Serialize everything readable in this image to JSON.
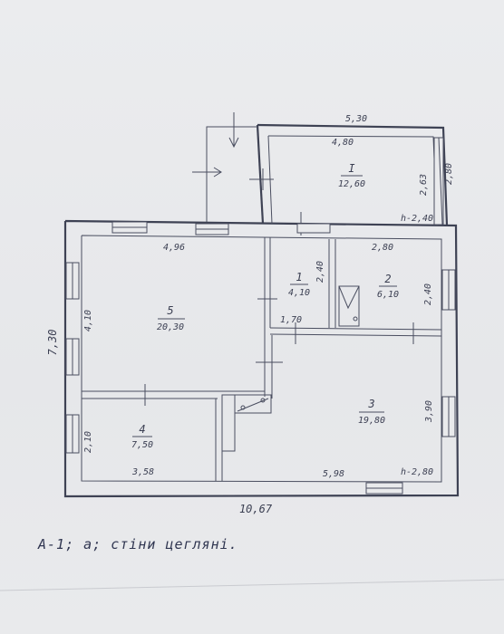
{
  "rooms": [
    {
      "id": "I",
      "area": "12,60"
    },
    {
      "id": "1",
      "area": "4,10"
    },
    {
      "id": "2",
      "area": "6,10"
    },
    {
      "id": "3",
      "area": "19,80"
    },
    {
      "id": "4",
      "area": "7,50"
    },
    {
      "id": "5",
      "area": "20,30"
    }
  ],
  "dimensions": {
    "top_annex": "5,30",
    "annex_inner": "4,80",
    "annex_right_outer": "2,80",
    "annex_right_inner": "2,63",
    "annex_height": "h-2,40",
    "room5_width": "4,96",
    "room2_width": "2,80",
    "room1_height": "2,40",
    "room2_height": "2,40",
    "room1_width": "1,70",
    "room5_height": "4,10",
    "total_height": "7,30",
    "room3_height": "3,90",
    "room4_height": "2,10",
    "room4_width": "3,58",
    "room3_width": "5,98",
    "main_height": "h-2,80",
    "total_width": "10,67"
  },
  "caption": "А-1; а; стіни цегляні."
}
